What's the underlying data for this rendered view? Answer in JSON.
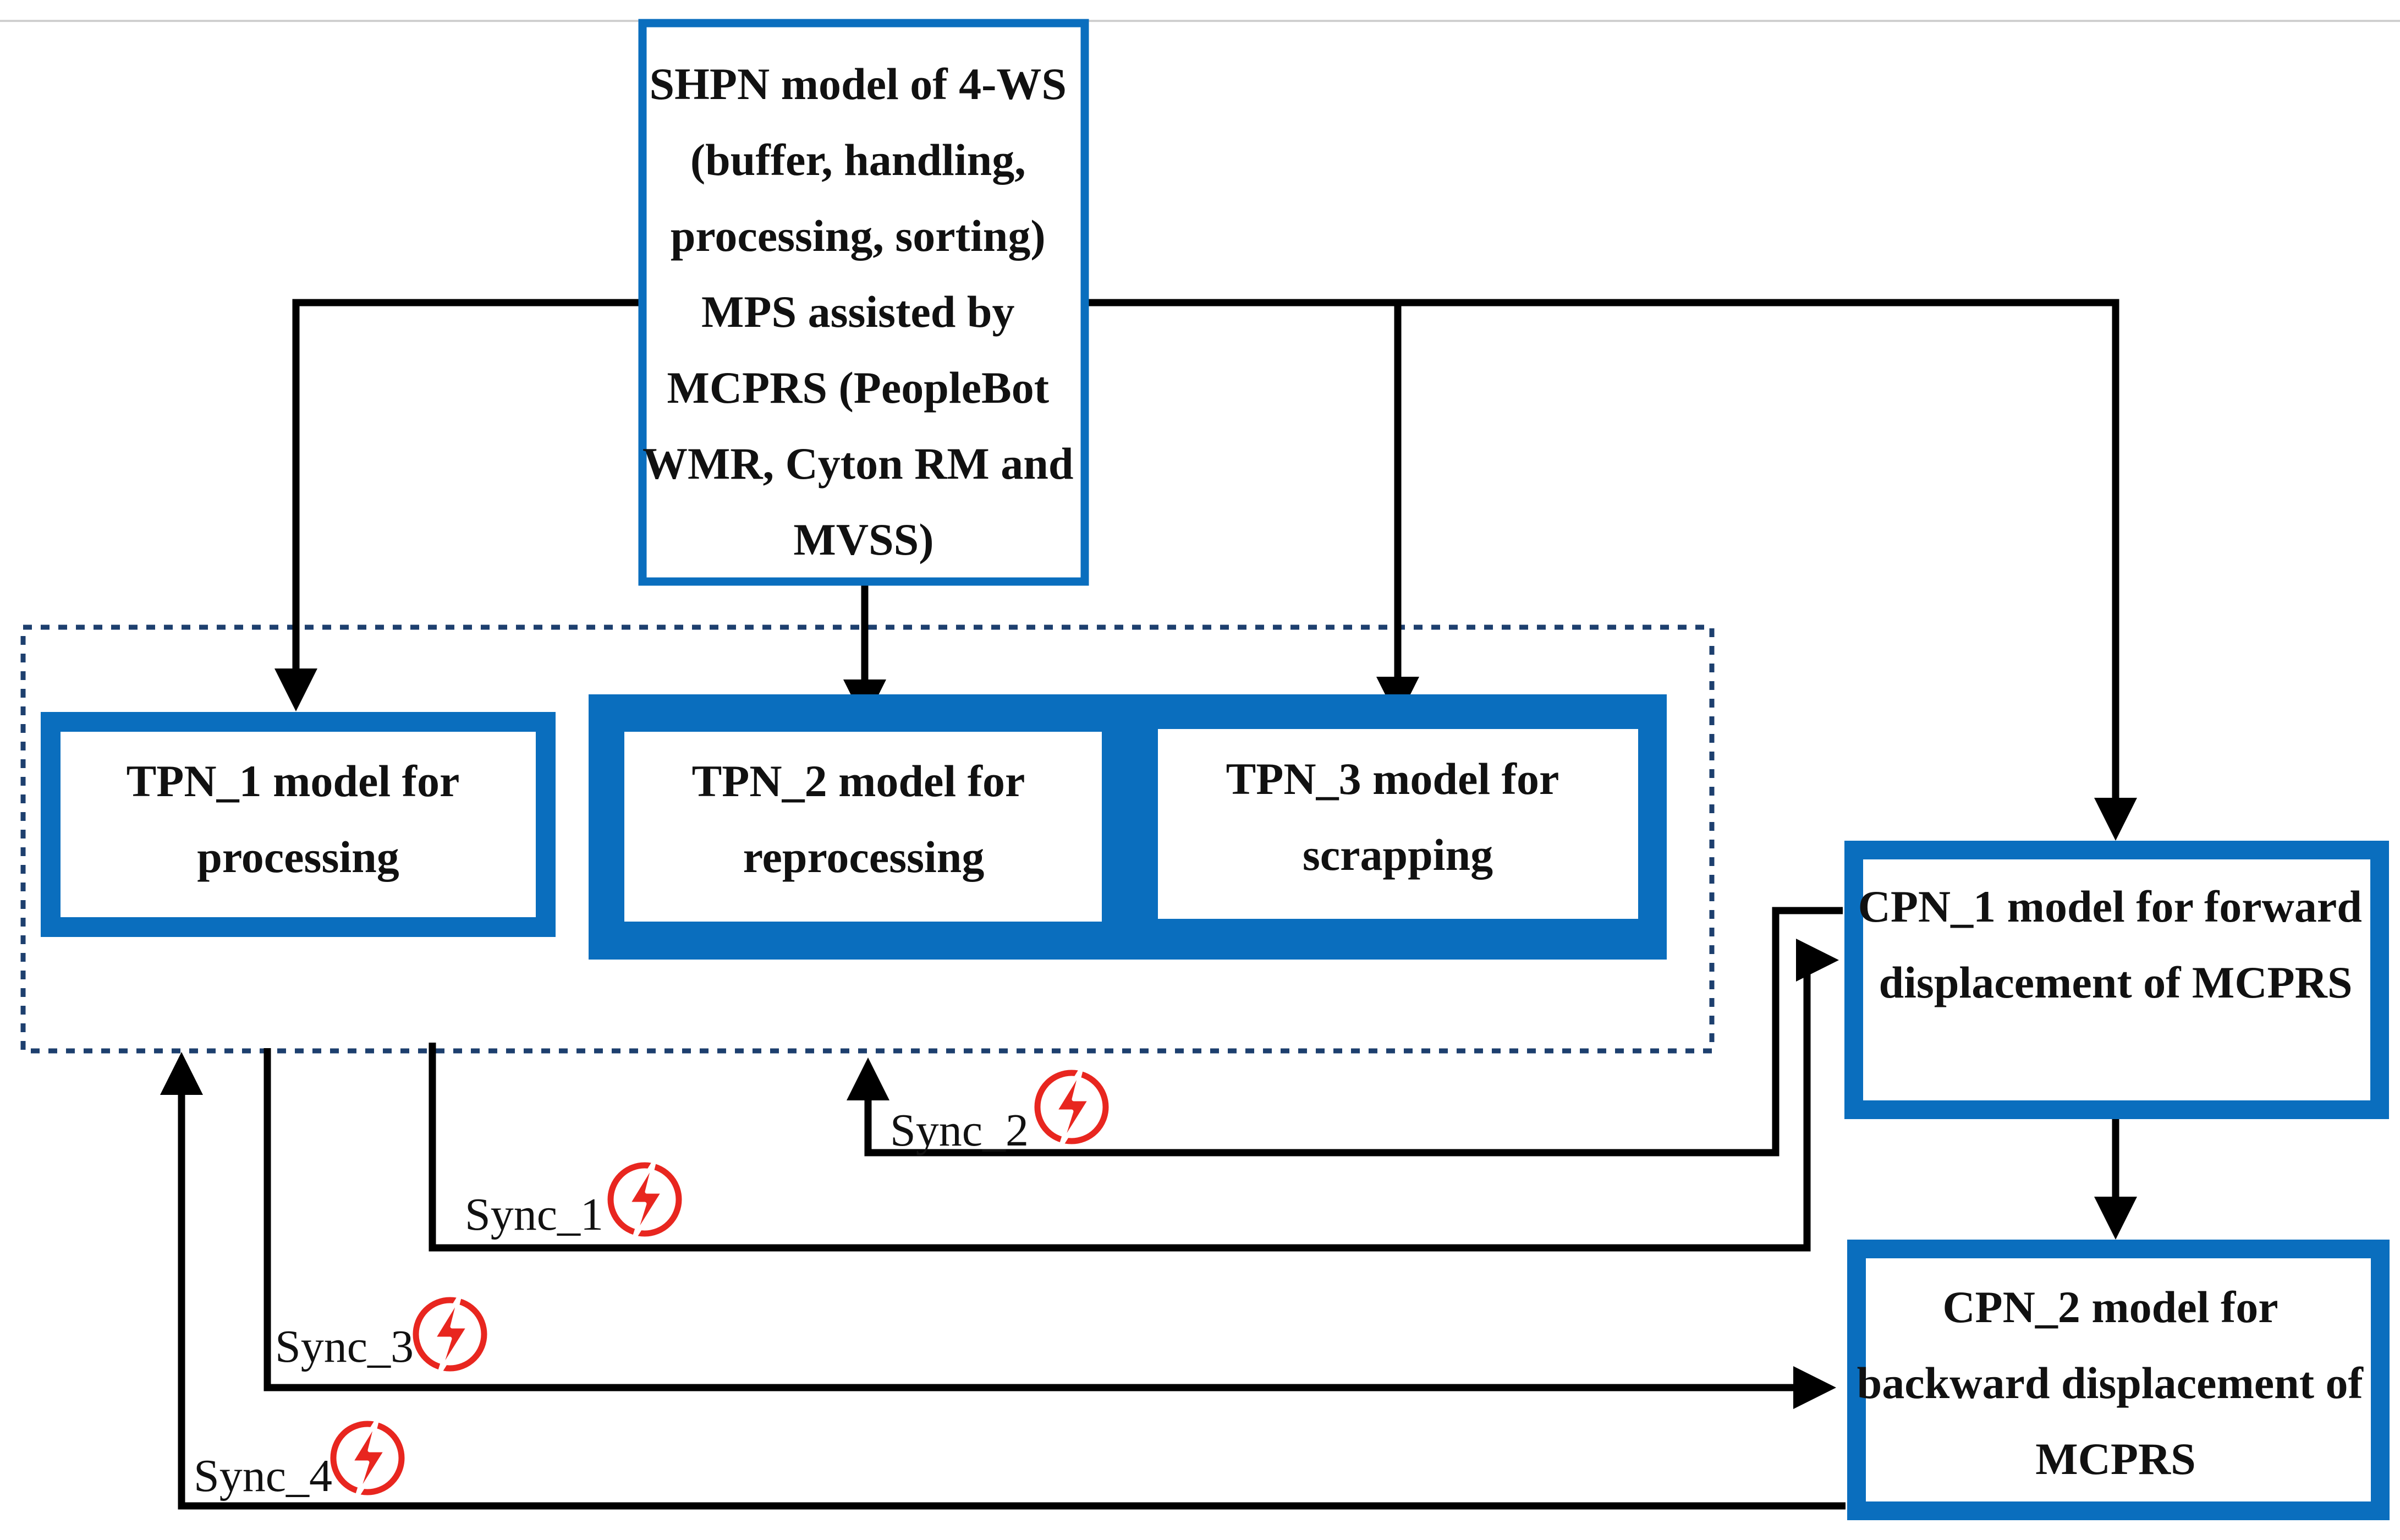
{
  "colors": {
    "box_border": "#0A6EBE",
    "arrow": "#000000",
    "group_border": "#1D3F6E",
    "sync_icon": "#E8261F",
    "background": "#FFFFFF"
  },
  "boxes": {
    "shpn": {
      "lines": [
        "SHPN model of 4-WS",
        "(buffer, handling,",
        "processing, sorting)",
        "MPS assisted by",
        "MCPRS (PeopleBot",
        "WMR, Cyton RM and",
        "MVSS)"
      ]
    },
    "tpn1": {
      "lines": [
        "TPN_1 model for",
        "processing"
      ]
    },
    "tpn2": {
      "lines": [
        "TPN_2 model for",
        "reprocessing"
      ]
    },
    "tpn3": {
      "lines": [
        "TPN_3 model for",
        "scrapping"
      ]
    },
    "cpn1": {
      "lines": [
        "CPN_1 model for forward",
        "displacement of MCPRS"
      ]
    },
    "cpn2": {
      "lines": [
        "CPN_2 model for",
        "backward displacement of",
        "MCPRS"
      ]
    }
  },
  "sync_labels": {
    "sync1": "Sync_1",
    "sync2": "Sync_2",
    "sync3": "Sync_3",
    "sync4": "Sync_4"
  },
  "icons": {
    "sync_icon": "lightning-bolt-circle-icon"
  }
}
